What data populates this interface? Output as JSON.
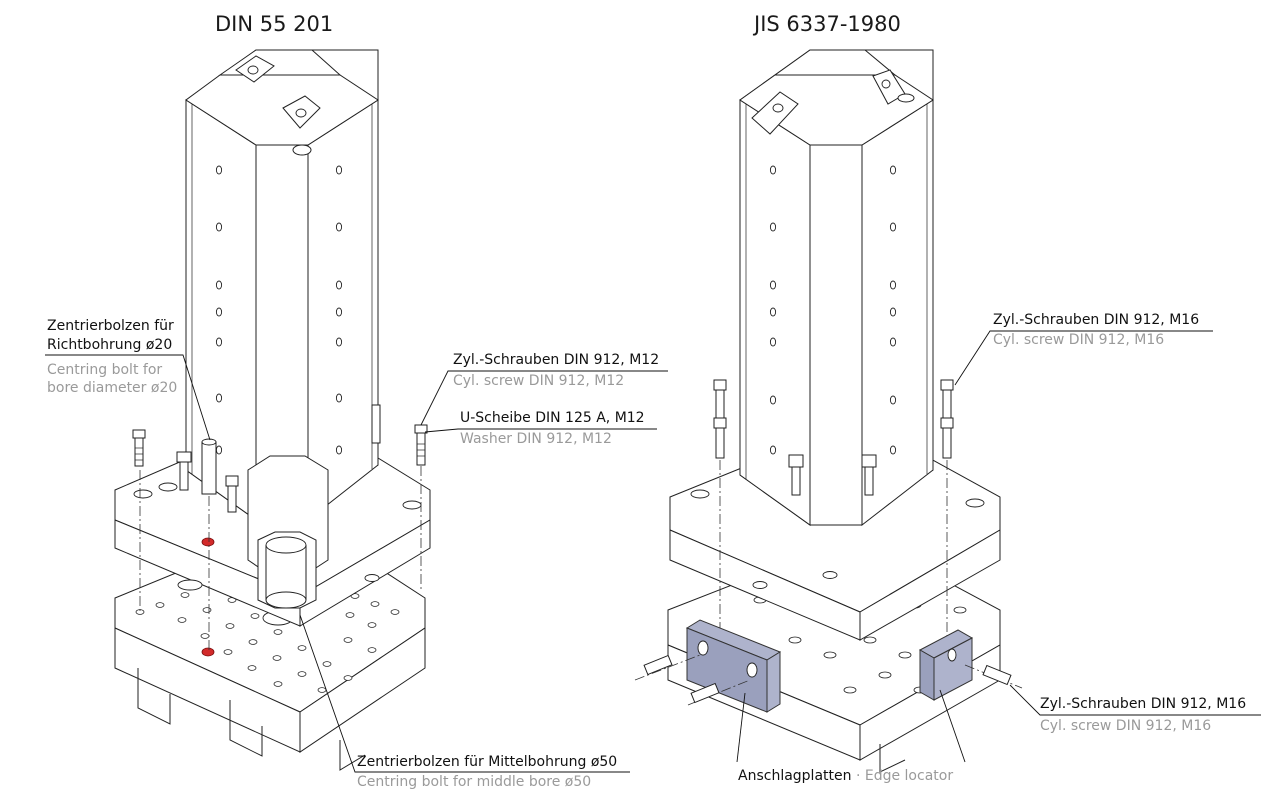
{
  "titles": {
    "left": "DIN 55 201",
    "right": "JIS 6337-1980"
  },
  "labels": {
    "centring_bolt_bore": {
      "de_line1": "Zentrierbolzen für",
      "de_line2": "Richtbohrung ø20",
      "en_line1": "Centring bolt for",
      "en_line2": "bore diameter ø20"
    },
    "cyl_screw_m12": {
      "de": "Zyl.-Schrauben DIN 912, M12",
      "en": "Cyl. screw DIN 912, M12"
    },
    "washer_m12": {
      "de": "U-Scheibe DIN 125 A, M12",
      "en": "Washer DIN 912, M12"
    },
    "centring_bolt_middle": {
      "de": "Zentrierbolzen für Mittelbohrung ø50",
      "en": "Centring bolt for middle bore ø50"
    },
    "cyl_screw_m16_top": {
      "de": "Zyl.-Schrauben DIN 912, M16",
      "en": "Cyl. screw DIN 912, M16"
    },
    "cyl_screw_m16_bottom": {
      "de": "Zyl.-Schrauben DIN 912, M16",
      "en": "Cyl. screw DIN 912, M16"
    },
    "edge_locator": {
      "de": "Anschlagplatten",
      "separator": " · ",
      "en": "Edge locator"
    }
  },
  "colors": {
    "line": "#222222",
    "english_text": "#9a9a9a",
    "locator_plate": "#aeb3cc",
    "centring_mark": "#d22a2a"
  }
}
